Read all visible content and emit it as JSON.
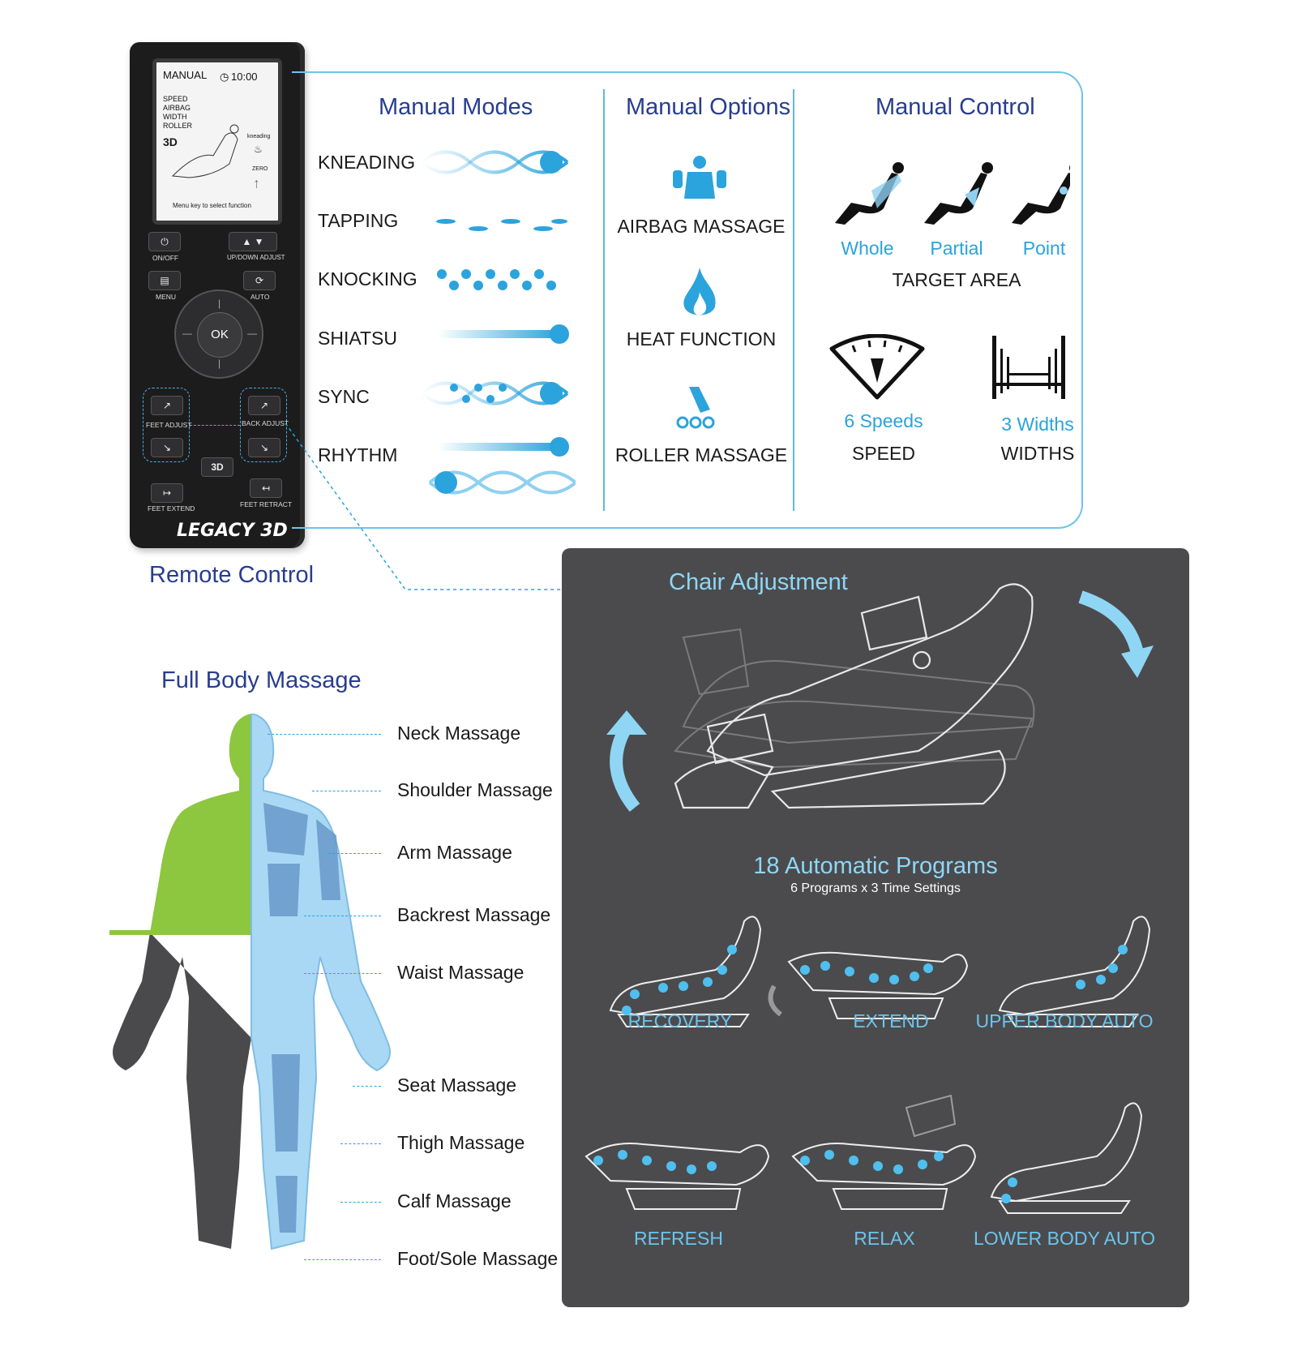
{
  "remote": {
    "screen": {
      "mode": "MANUAL",
      "time": "10:00",
      "rows": [
        "SPEED",
        "AIRBAG",
        "WIDTH",
        "ROLLER"
      ],
      "badge": "3D",
      "kneading": "kneading",
      "zero": "ZERO",
      "hint": "Menu key to select function"
    },
    "buttons": {
      "on_off": "ON/OFF",
      "up_down": "UP/DOWN ADJUST",
      "menu": "MENU",
      "auto": "AUTO",
      "ok": "OK",
      "feet_adjust": "FEET ADJUST",
      "back_adjust": "BACK ADJUST",
      "three_d": "3D",
      "feet_extend": "FEET EXTEND",
      "feet_retract": "FEET RETRACT"
    },
    "brand": "LEGACY 3D",
    "caption": "Remote Control"
  },
  "manual_modes": {
    "title": "Manual Modes",
    "items": [
      "KNEADING",
      "TAPPING",
      "KNOCKING",
      "SHIATSU",
      "SYNC",
      "RHYTHM"
    ]
  },
  "manual_options": {
    "title": "Manual Options",
    "items": [
      "AIRBAG MASSAGE",
      "HEAT FUNCTION",
      "ROLLER MASSAGE"
    ]
  },
  "manual_control": {
    "title": "Manual Control",
    "targets": [
      "Whole",
      "Partial",
      "Point"
    ],
    "target_caption": "TARGET AREA",
    "speed_value": "6 Speeds",
    "speed_caption": "SPEED",
    "width_value": "3 Widths",
    "width_caption": "WIDTHS"
  },
  "chair_adjustment": {
    "title": "Chair Adjustment"
  },
  "auto_programs": {
    "title": "18 Automatic Programs",
    "subtitle": "6 Programs x 3 Time Settings",
    "programs": [
      "RECOVERY",
      "EXTEND",
      "UPPER BODY AUTO",
      "REFRESH",
      "RELAX",
      "LOWER BODY AUTO"
    ]
  },
  "full_body": {
    "title": "Full Body Massage",
    "areas": [
      "Neck Massage",
      "Shoulder Massage",
      "Arm Massage",
      "Backrest Massage",
      "Waist Massage",
      "Seat Massage",
      "Thigh Massage",
      "Calf Massage",
      "Foot/Sole Massage"
    ]
  },
  "colors": {
    "accent_blue": "#2ba3dc",
    "title_blue": "#283d8f",
    "green": "#8dc63f",
    "dark_panel": "#4b4b4d"
  }
}
